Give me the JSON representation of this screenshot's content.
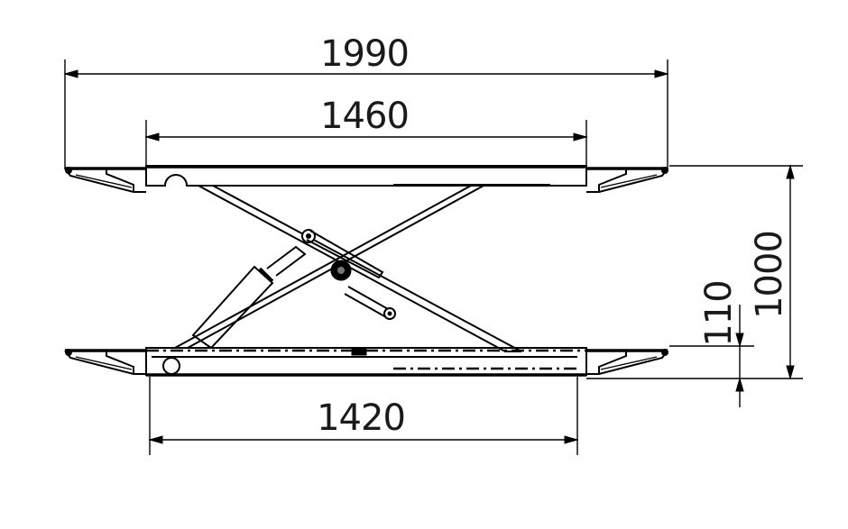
{
  "dimensions": {
    "overall_width": "1990",
    "platform_length": "1460",
    "base_length": "1420",
    "lift_height": "1000",
    "lowered_height": "110"
  },
  "colors": {
    "line": "#000000",
    "background": "#ffffff"
  }
}
